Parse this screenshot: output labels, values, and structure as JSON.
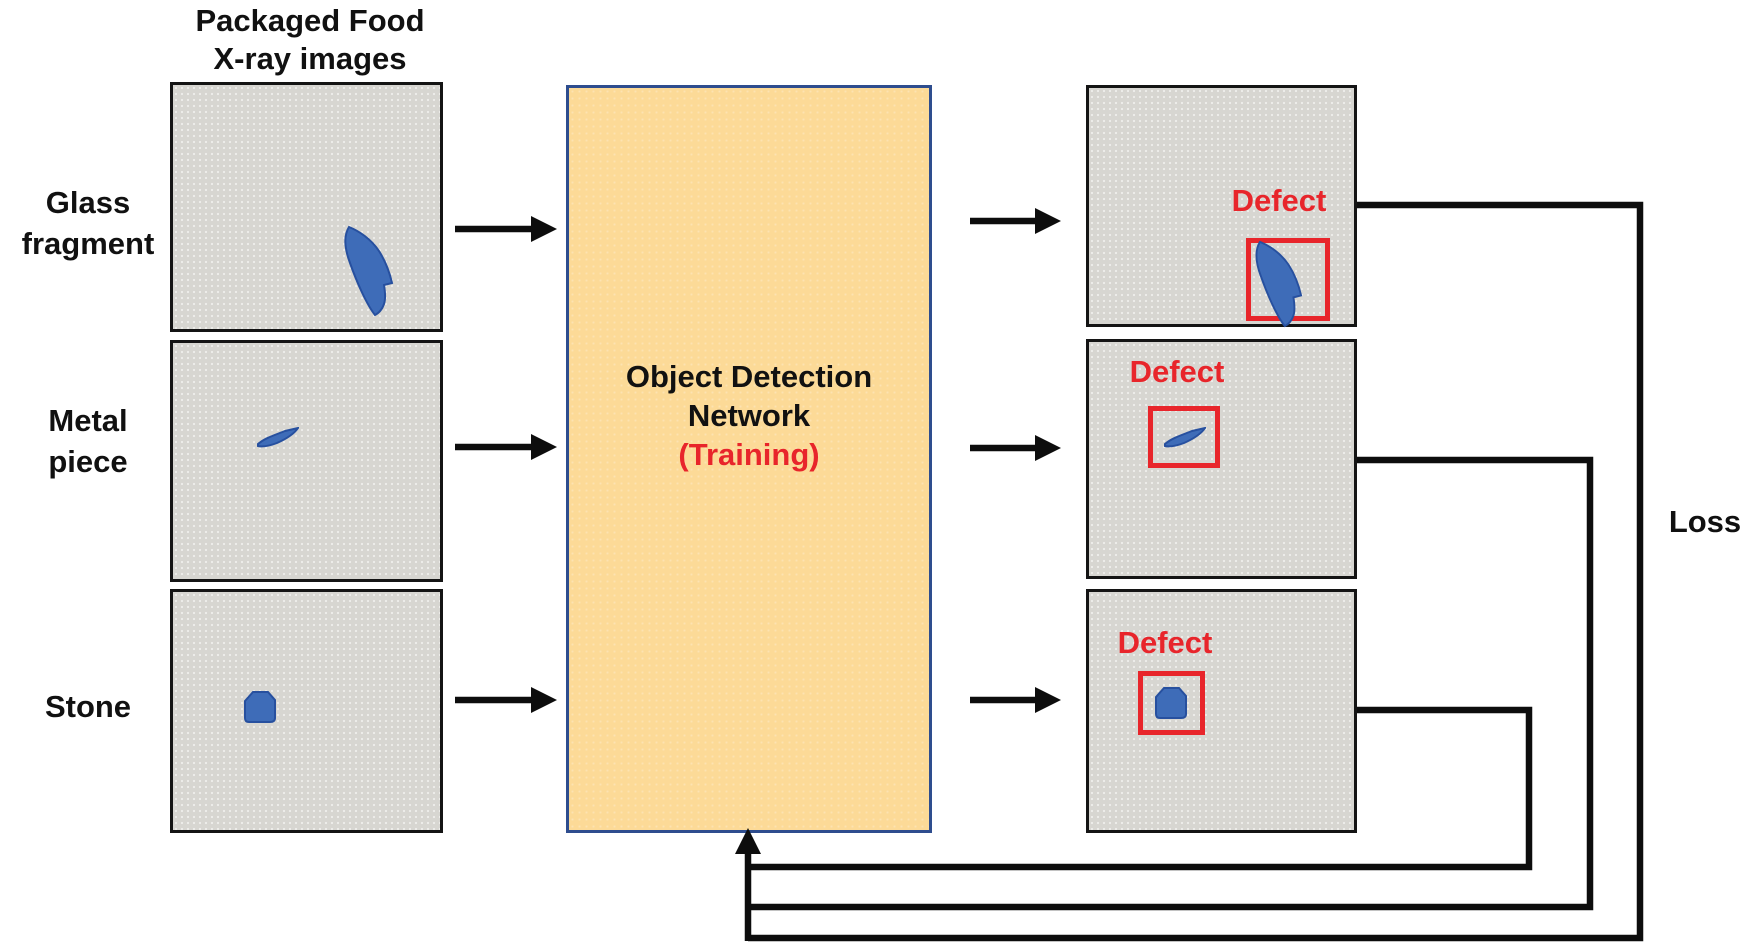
{
  "title": {
    "line1": "Packaged Food",
    "line2": "X-ray images"
  },
  "input_rows": [
    {
      "label_line1": "Glass",
      "label_line2": "fragment",
      "defect": "glass-fragment"
    },
    {
      "label_line1": "Metal",
      "label_line2": "piece",
      "defect": "metal-piece"
    },
    {
      "label_line1": "Stone",
      "label_line2": "",
      "defect": "stone"
    }
  ],
  "network_box": {
    "line1": "Object Detection",
    "line2": "Network",
    "line3": "(Training)"
  },
  "output_rows": [
    {
      "defect_label": "Defect"
    },
    {
      "defect_label": "Defect"
    },
    {
      "defect_label": "Defect"
    }
  ],
  "loss_label": "Loss",
  "colors": {
    "defect_shape_blue": "#3e6cb8",
    "defect_shape_border": "#27509f",
    "defect_red": "#e8252b",
    "network_fill": "#fcda97",
    "network_border": "#2e4d8e",
    "xray_gray": "#d7d6d1",
    "line_black": "#0d0d0d"
  }
}
